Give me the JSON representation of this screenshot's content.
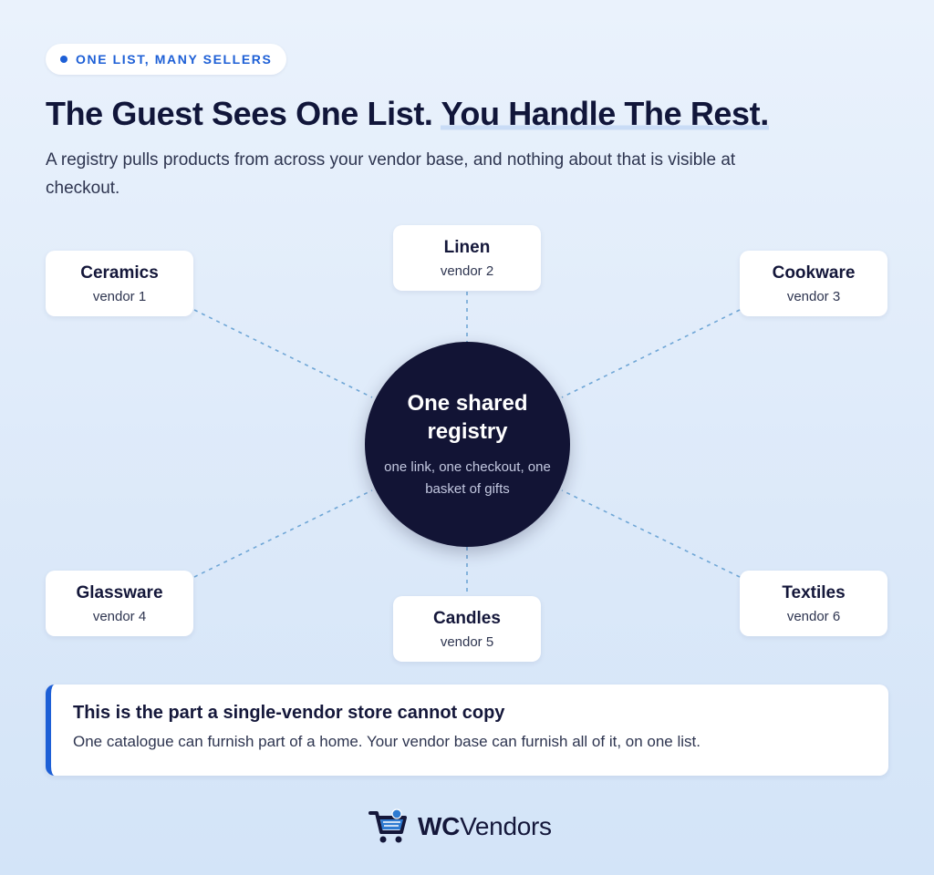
{
  "badge": {
    "label": "ONE LIST, MANY SELLERS"
  },
  "headline": {
    "part1": "The Guest Sees One List. ",
    "part2": "You Handle The Rest."
  },
  "subtitle": "A registry pulls products from across your vendor base, and nothing about that is visible at checkout.",
  "hub": {
    "title": "One shared registry",
    "description": "one link, one checkout, one basket of gifts"
  },
  "vendors": [
    {
      "name": "Ceramics",
      "vendor": "vendor 1"
    },
    {
      "name": "Linen",
      "vendor": "vendor 2"
    },
    {
      "name": "Cookware",
      "vendor": "vendor 3"
    },
    {
      "name": "Glassware",
      "vendor": "vendor 4"
    },
    {
      "name": "Candles",
      "vendor": "vendor 5"
    },
    {
      "name": "Textiles",
      "vendor": "vendor 6"
    }
  ],
  "callout": {
    "title": "This is the part a single-vendor store cannot copy",
    "body": "One catalogue can furnish part of a home. Your vendor base can furnish all of it, on one list."
  },
  "logo": {
    "brand_bold": "WC",
    "brand_rest": "Vendors",
    "icon": "shopping-cart-icon"
  },
  "colors": {
    "accent": "#1d5fd6",
    "hub": "#121435",
    "connector": "#6fa6d6"
  }
}
